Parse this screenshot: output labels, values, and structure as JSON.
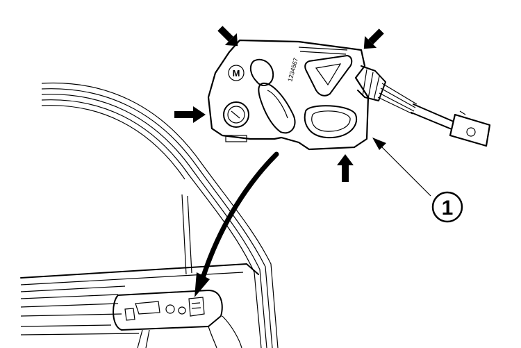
{
  "diagram": {
    "callout_number": "1",
    "motor_label": "M",
    "part_number": "1234567",
    "icons": [
      "door-frame-drawing",
      "control-module-drawing",
      "mounting-tab-arrow-icon",
      "curved-motion-arrow-icon",
      "callout-leader-icon"
    ]
  }
}
